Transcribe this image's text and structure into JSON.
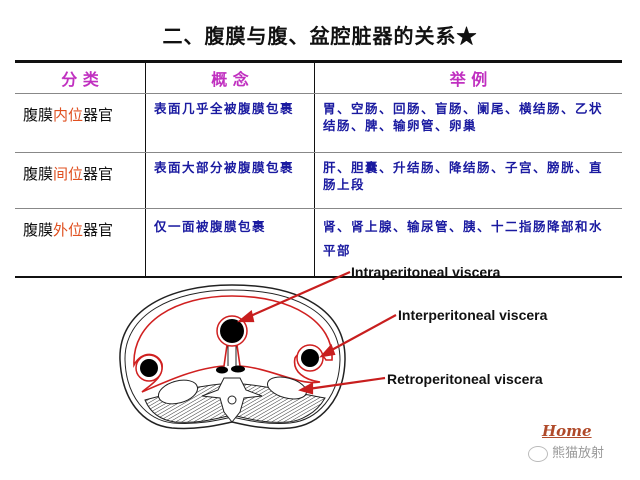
{
  "title": "二、腹膜与腹、盆腔脏器的关系★",
  "table": {
    "headers": [
      "分  类",
      "概  念",
      "举  例"
    ],
    "rows": [
      {
        "prefix": "腹膜",
        "highlight": "内位",
        "suffix": "器官",
        "concept": "表面几乎全被腹膜包裹",
        "examples": "胃、空肠、回肠、盲肠、阑尾、横结肠、乙状结肠、脾、输卵管、卵巢"
      },
      {
        "prefix": "腹膜",
        "highlight": "间位",
        "suffix": "器官",
        "concept": "表面大部分被腹膜包裹",
        "examples": "肝、胆囊、升结肠、降结肠、子宫、膀胱、直肠上段"
      },
      {
        "prefix": "腹膜",
        "highlight": "外位",
        "suffix": "器官",
        "concept": "仅一面被腹膜包裹",
        "examples": "肾、肾上腺、输尿管、胰、十二指肠降部和水平部"
      }
    ]
  },
  "diagram": {
    "labels": {
      "intra": "Intraperitoneal viscera",
      "inter": "Interperitoneal viscera",
      "retro": "Retroperitoneal viscera"
    },
    "colors": {
      "peritoneum": "#d02020",
      "organ": "#000000"
    }
  },
  "footer": {
    "home": "Home",
    "watermark": "熊猫放射"
  }
}
